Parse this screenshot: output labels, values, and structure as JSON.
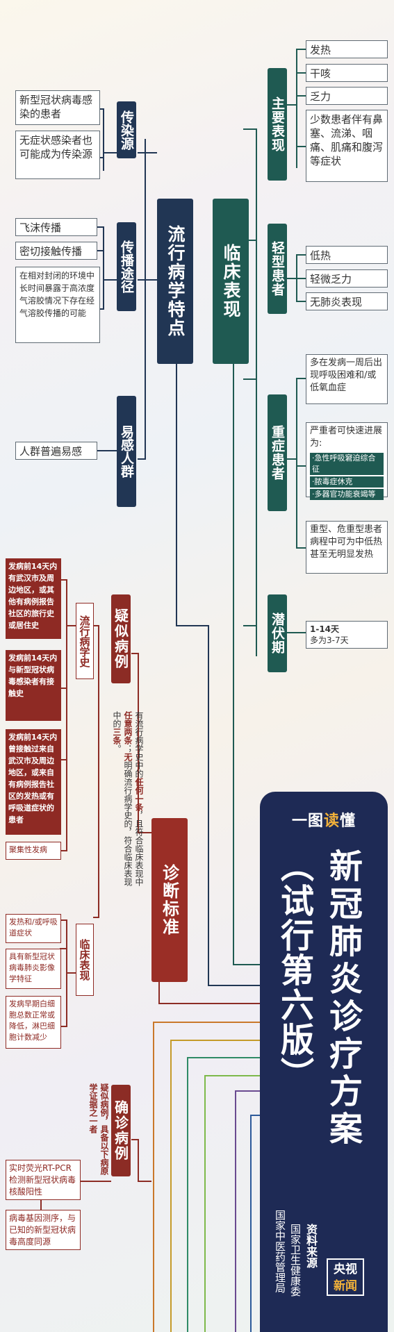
{
  "colors": {
    "teal": "#1f5a52",
    "navy": "#213654",
    "red": "#8c2c25",
    "poster": "#1e2a55",
    "gold": "#f2b13a"
  },
  "epi": {
    "title": "流行病学特点",
    "source": {
      "label": "传染源",
      "items": [
        "新型冠状病毒感染的患者",
        "无症状感染者也可能成为传染源"
      ]
    },
    "route": {
      "label": "传播途径",
      "items": [
        "飞沫传播",
        "密切接触传播",
        "在相对封闭的环境中长时间暴露于高浓度气溶胶情况下存在经气溶胶传播的可能"
      ]
    },
    "susceptible": {
      "label": "易感人群",
      "items": [
        "人群普遍易感"
      ]
    }
  },
  "clinical": {
    "title": "临床表现",
    "main": {
      "label": "主要表现",
      "items": [
        "发热",
        "干咳",
        "乏力",
        "少数患者伴有鼻塞、流涕、咽痛、肌痛和腹泻等症状"
      ]
    },
    "mild": {
      "label": "轻型患者",
      "items": [
        "低热",
        "轻微乏力",
        "无肺炎表现"
      ]
    },
    "severe": {
      "label": "重症患者",
      "item1": "多在发病一周后出现呼吸困难和/或低氧血症",
      "item2_title": "严重者可快速进展为:",
      "item2_list": [
        "·急性呼吸窘迫综合征",
        "·脓毒症休克",
        "·多器官功能衰竭等"
      ],
      "item3": "重型、危重型患者病程中可为中低热甚至无明显发热"
    },
    "incubation": {
      "label": "潜伏期",
      "line1": "1-14天",
      "line2": "多为3-7天"
    }
  },
  "diag": {
    "title": "诊断标准",
    "suspect": {
      "label": "疑似病例",
      "note_parts": [
        "有流行病学史中的",
        "任何一条",
        "，且符合临床表现中",
        "任意两条",
        "；",
        "无",
        "明确流行病学史的，符合临床表现中的",
        "三条",
        "。"
      ]
    },
    "epihist": {
      "label": "流行病学史",
      "items": [
        "发病前14天内有武汉市及周边地区，或其他有病例报告社区的旅行史或居住史",
        "发病前14天内与新型冠状病毒感染者有接触史",
        "发病前14天内曾接触过来自武汉市及周边地区，或来自有病例报告社区的发热或有呼吸道症状的患者",
        "聚集性发病"
      ]
    },
    "clinical": {
      "label": "临床表现",
      "items": [
        "发热和/或呼吸道症状",
        "具有新型冠状病毒肺炎影像学特征",
        "发病早期白细胞总数正常或降低，淋巴细胞计数减少"
      ]
    },
    "confirmed": {
      "label": "确诊病例",
      "note": "疑似病例，具备以下病原学证据之一者",
      "items": [
        "实时荧光RT-PCR检测新型冠状病毒核酸阳性",
        "病毒基因测序，与已知的新型冠状病毒高度同源"
      ]
    }
  },
  "poster": {
    "badge_pre": "一图",
    "badge_hl": "读",
    "badge_post": "懂",
    "title_col1": "新冠肺炎诊疗方案",
    "title_col2": "（试行第六版）",
    "source_label": "资料来源",
    "org1": "国家卫生健康委",
    "org2": "国家中医药管理局",
    "logo_top": "央视",
    "logo_bottom": "新闻"
  }
}
